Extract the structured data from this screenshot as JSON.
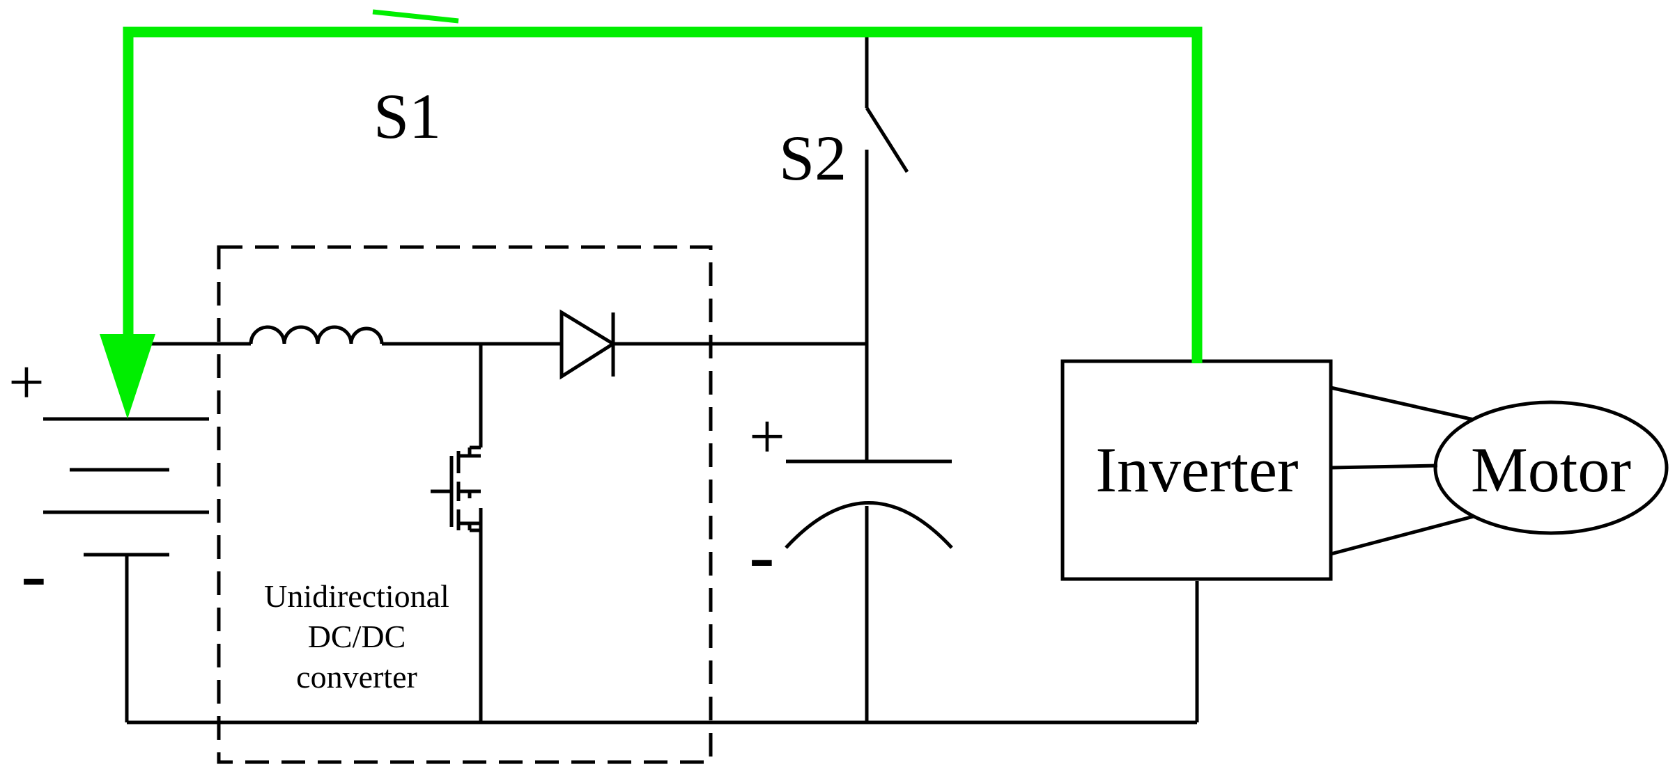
{
  "diagram": {
    "labels": {
      "s1": "S1",
      "s2": "S2",
      "battery_plus": "+",
      "battery_minus": "-",
      "cap_plus": "+",
      "cap_minus": "-",
      "converter_line1": "Unidirectional",
      "converter_line2": "DC/DC",
      "converter_line3": "converter",
      "inverter": "Inverter",
      "motor": "Motor"
    },
    "colors": {
      "wire": "#000000",
      "current_path": "#00ee00",
      "background": "#ffffff"
    }
  }
}
